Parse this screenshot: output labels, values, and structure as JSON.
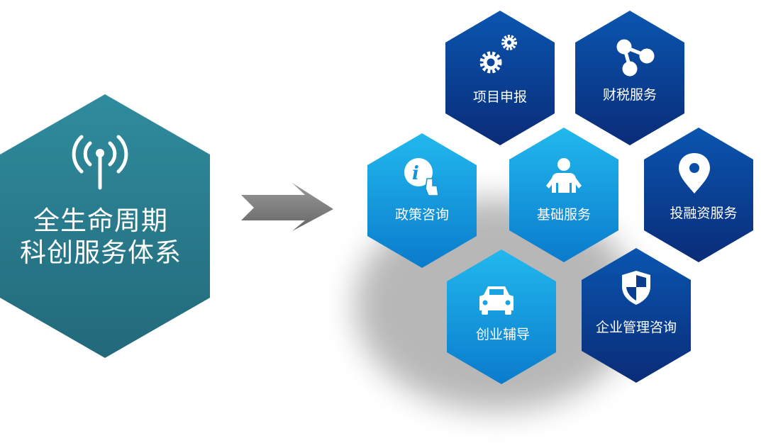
{
  "main": {
    "title_line1": "全生命周期",
    "title_line2": "科创服务体系",
    "icon": "antenna-signal-icon"
  },
  "services": [
    {
      "id": "project-declaration",
      "label": "项目申报",
      "icon": "gears-icon",
      "style": "dark"
    },
    {
      "id": "finance-tax",
      "label": "财税服务",
      "icon": "share-nodes-icon",
      "style": "dark"
    },
    {
      "id": "policy-consulting",
      "label": "政策咨询",
      "icon": "info-hand-icon",
      "style": "light"
    },
    {
      "id": "basic-services",
      "label": "基础服务",
      "icon": "person-icon",
      "style": "light"
    },
    {
      "id": "investment-financing",
      "label": "投融资服务",
      "icon": "location-pin-icon",
      "style": "dark"
    },
    {
      "id": "startup-guidance",
      "label": "创业辅导",
      "icon": "car-icon",
      "style": "light"
    },
    {
      "id": "enterprise-management",
      "label": "企业管理咨询",
      "icon": "shield-icon",
      "style": "dark"
    }
  ],
  "colors": {
    "main_hex": "#2a7d8e",
    "dark_blue_top": "#0a4fa8",
    "dark_blue_bottom": "#0b2f7d",
    "light_blue_top": "#1eb0e8",
    "light_blue_bottom": "#0c7fcf",
    "arrow": "#7d7d7d"
  }
}
